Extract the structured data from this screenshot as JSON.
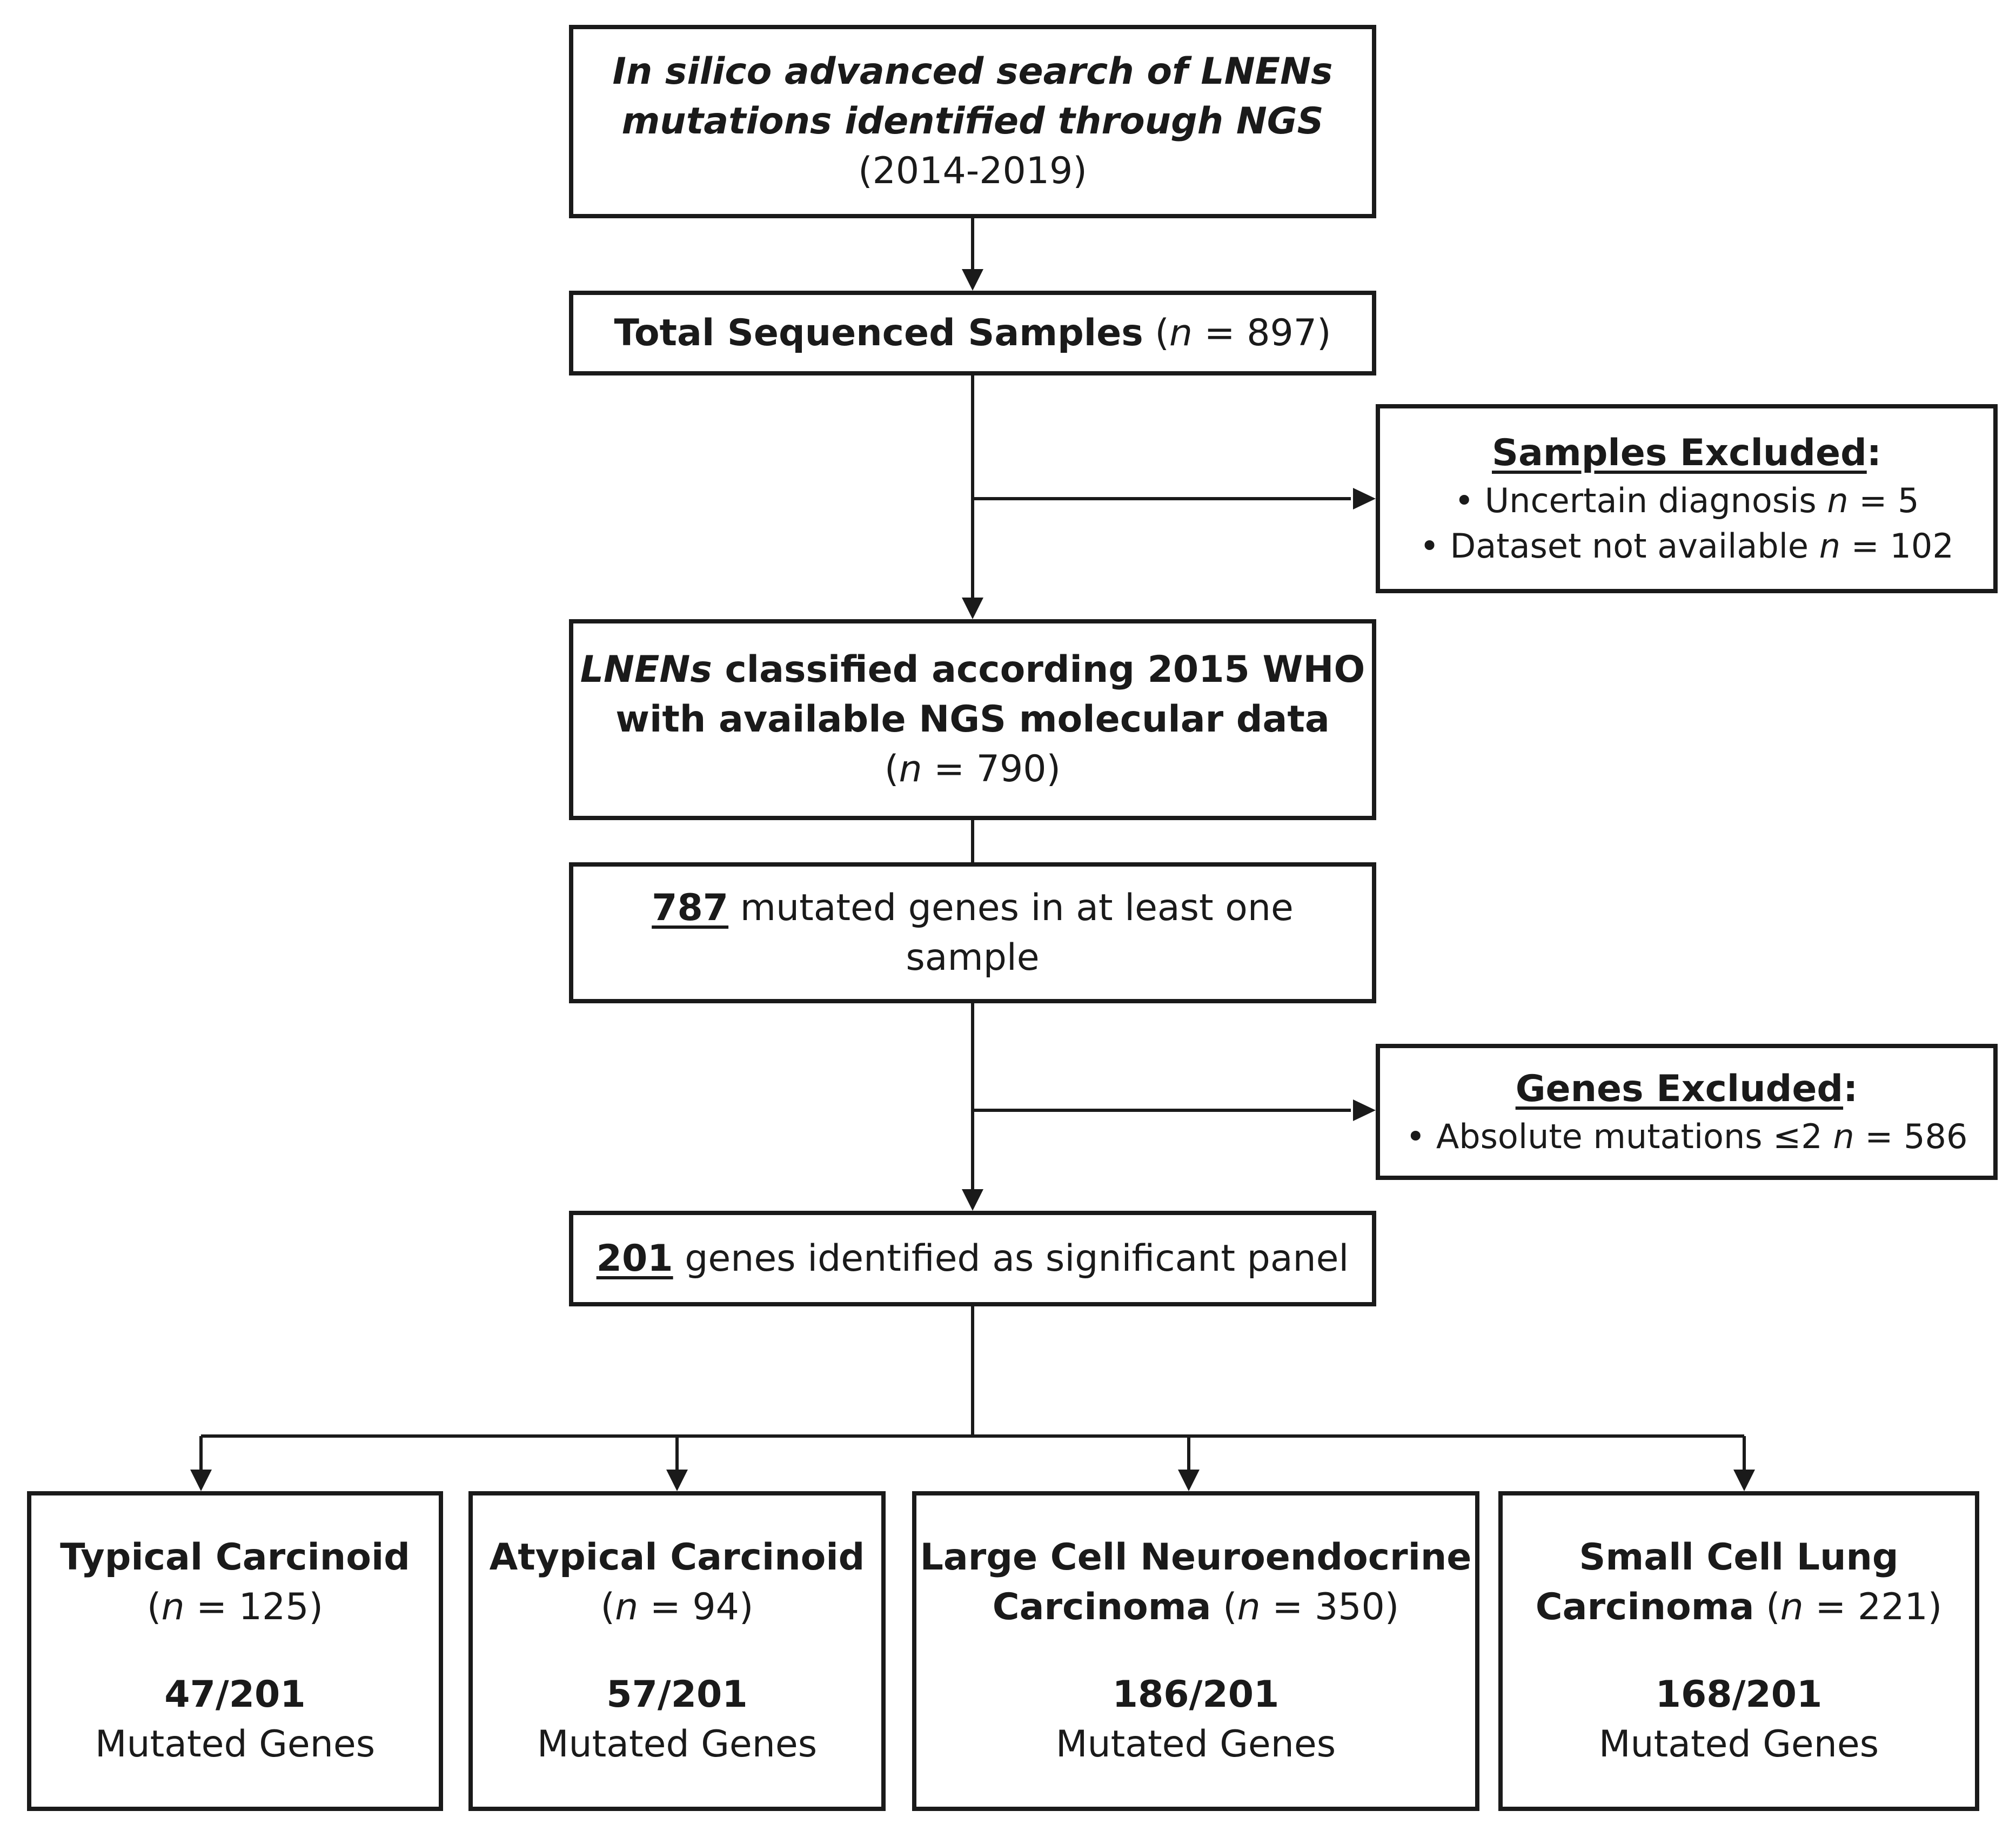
{
  "search": {
    "line1": "In silico advanced search of LNENs",
    "line2": "mutations identified through NGS",
    "line3": "(2014-2019)"
  },
  "total": {
    "label": "Total Sequenced Samples",
    "open": "(",
    "n": "n",
    "value": " = 897)"
  },
  "samples_excluded": {
    "title": "Samples Excluded",
    "colon": ":",
    "items": [
      {
        "bullet": "•",
        "text": "Uncertain diagnosis",
        "n": "n",
        "value": " = 5"
      },
      {
        "bullet": "•",
        "text": "Dataset not available",
        "n": "n",
        "value": " = 102"
      }
    ]
  },
  "classified": {
    "italic": "LNENs",
    "line1_rest": " classified according 2015 WHO",
    "line2": "with available NGS molecular data",
    "open": "(",
    "n": "n",
    "value": " = 790)"
  },
  "mutated": {
    "count": "787",
    "line1_rest": " mutated genes in at least one",
    "line2": "sample"
  },
  "genes_excluded": {
    "title": "Genes Excluded",
    "colon": ":",
    "items": [
      {
        "bullet": "•",
        "text": "Absolute mutations ≤2",
        "n": "n",
        "value": " = 586"
      }
    ]
  },
  "panel": {
    "count": "201",
    "rest": " genes identified as significant panel"
  },
  "categories": [
    {
      "title_line1": "Typical Carcinoid",
      "title_line2": "",
      "open": "(",
      "n": "n",
      "value": " = 125)",
      "ratio": "47/201",
      "sub": "Mutated Genes"
    },
    {
      "title_line1": "Atypical Carcinoid",
      "title_line2": "",
      "open": "(",
      "n": "n",
      "value": " = 94)",
      "ratio": "57/201",
      "sub": "Mutated Genes"
    },
    {
      "title_line1": "Large Cell Neuroendocrine",
      "title_line2": "Carcinoma",
      "open": " (",
      "n": "n",
      "value": " = 350)",
      "ratio": "186/201",
      "sub": "Mutated Genes"
    },
    {
      "title_line1": "Small Cell Lung",
      "title_line2": "Carcinoma",
      "open": " (",
      "n": "n",
      "value": " = 221)",
      "ratio": "168/201",
      "sub": "Mutated Genes"
    }
  ],
  "colors": {
    "stroke": "#1a1a1a",
    "background": "#ffffff"
  }
}
